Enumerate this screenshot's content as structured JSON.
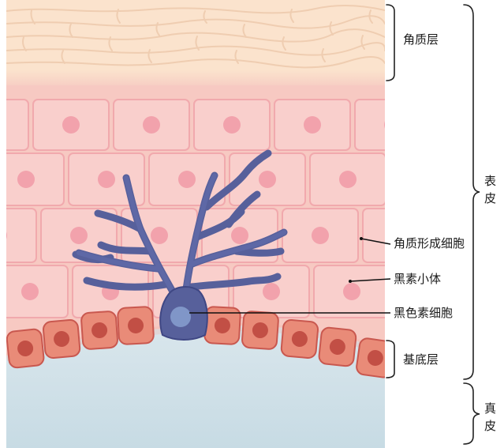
{
  "labels": {
    "stratum_corneum": "角质层",
    "keratinocyte": "角质形成细胞",
    "melanosome": "黑素小体",
    "melanocyte": "黑色素细胞",
    "basal_layer": "基底层",
    "epidermis": [
      "表",
      "皮"
    ],
    "dermis": [
      "真",
      "皮"
    ]
  },
  "colors": {
    "stratum_corneum": "#fbe3cd",
    "corneum_lines": "#f1cfb3",
    "epidermis_bg": "#f7c9c2",
    "cell_fill": "#f9cfcc",
    "cell_border": "#f1a9ad",
    "nucleus": "#f2a2ac",
    "basal_cell": "#e98b78",
    "basal_border": "#c9584f",
    "basal_nucleus": "#c24f45",
    "dermis": "#c9dde5",
    "melanocyte": "#57609b",
    "melanocyte_nucleus": "#7e93c6",
    "bracket": "#222222"
  }
}
